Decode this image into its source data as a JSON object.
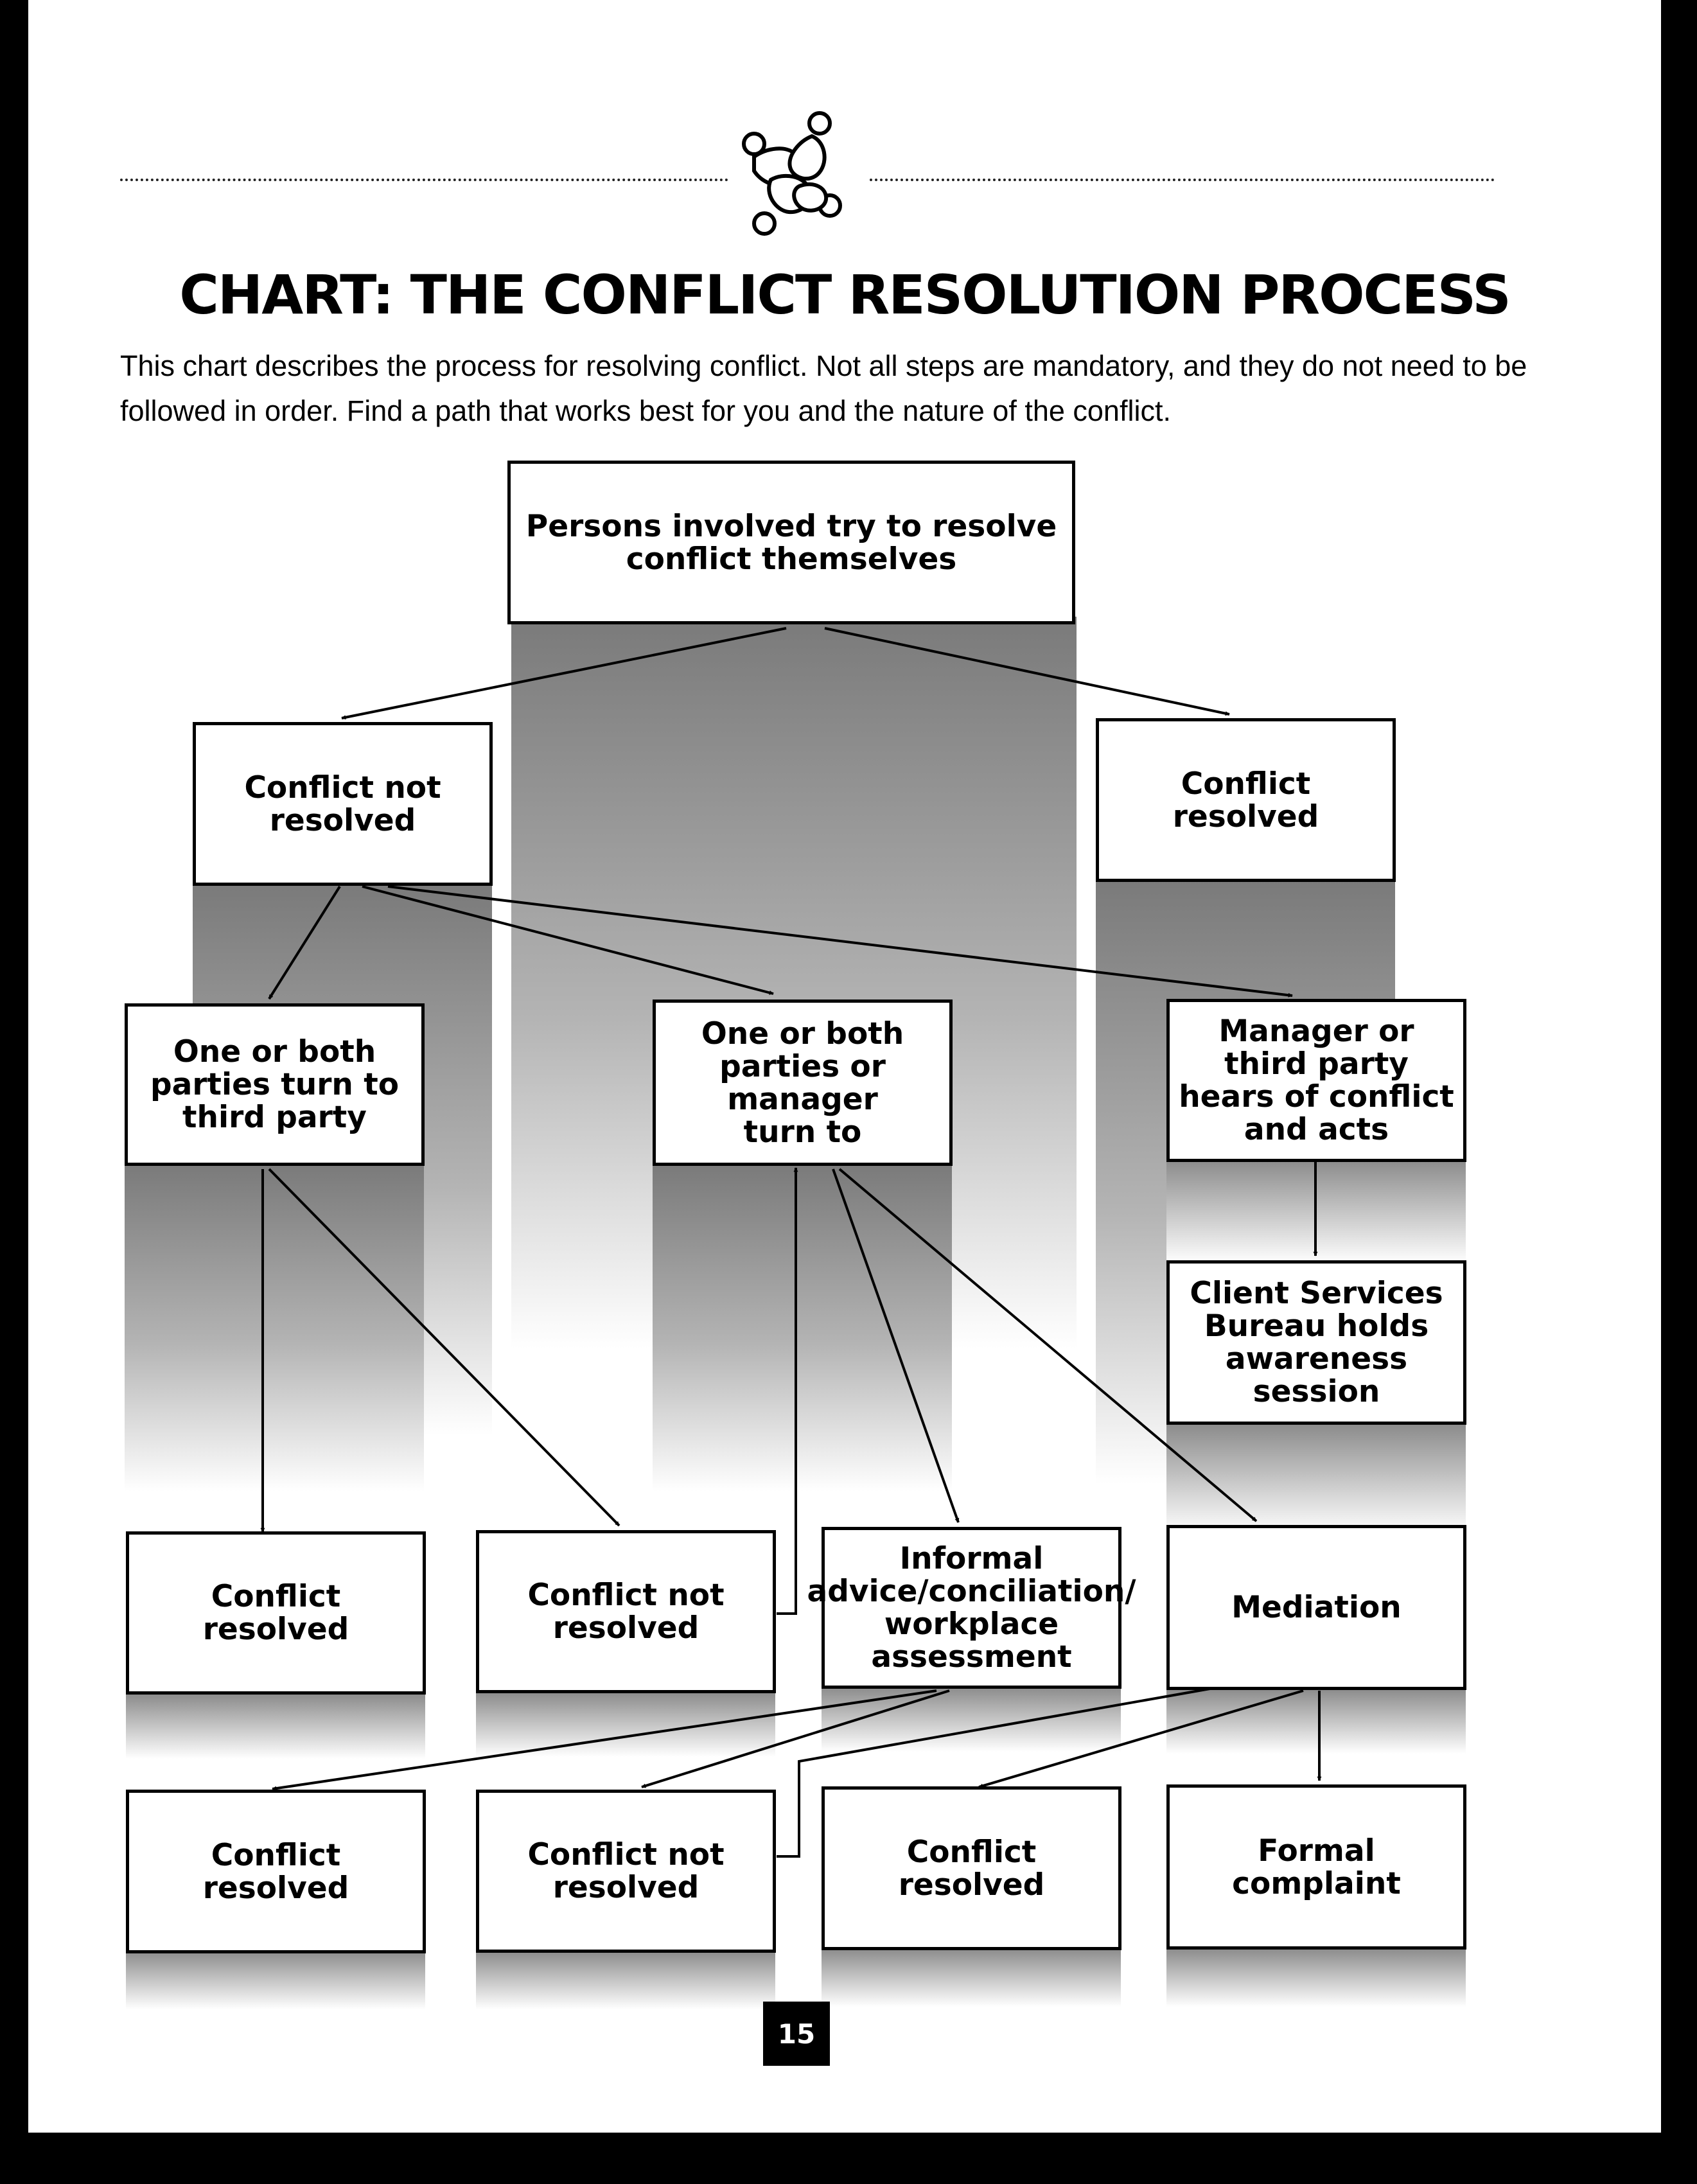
{
  "header": {
    "title": "CHART: THE CONFLICT RESOLUTION PROCESS",
    "intro_line_1": "This chart describes the process for resolving conflict. Not all steps are mandatory, and they do not need to be",
    "intro_line_2": "followed in order.  Find a path that works best for you and the nature of the conflict.",
    "logo_icon": "interlocking-people-icon"
  },
  "diagram": {
    "nodes": {
      "start": "Persons involved try to resolve\nconflict themselves",
      "l1_not_resolved": "Conflict not\nresolved",
      "l1_resolved": "Conflict resolved",
      "third_party": "One or both\nparties turn to\nthird party",
      "turn_to": "One or both\nparties or\nmanager\nturn to",
      "manager_acts": "Manager or\nthird party\nhears of conflict\nand acts",
      "awareness_session": "Client Services\nBureau holds\nawareness\nsession",
      "l3_resolved": "Conflict resolved",
      "l3_not_resolved": "Conflict not\nresolved",
      "informal_advice": "Informal\nadvice/conciliation/\nworkplace\nassessment",
      "mediation": "Mediation",
      "l4_resolved_a": "Conflict resolved",
      "l4_not_resolved": "Conflict not\nresolved",
      "l4_resolved_b": "Conflict resolved",
      "formal_complaint": "Formal\ncomplaint"
    }
  },
  "footer": {
    "page_number": "15"
  },
  "colors": {
    "ink": "#000000",
    "paper": "#ffffff",
    "shadow_gray": "#8a8a8a"
  }
}
